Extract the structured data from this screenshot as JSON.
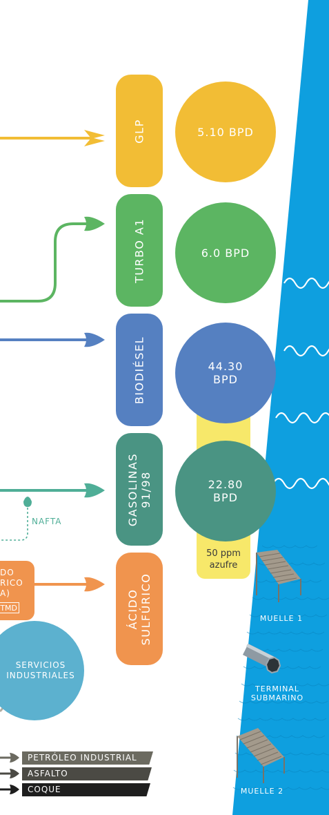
{
  "products": [
    {
      "name": "GLP",
      "value": "5.10 BPD",
      "color": "#f2bd35"
    },
    {
      "name": "TURBO A1",
      "value": "6.0 BPD",
      "color": "#5cb562"
    },
    {
      "name": "BIODIÉSEL",
      "value": "44.30\nBPD",
      "color": "#5580c1"
    },
    {
      "name": "GASOLINAS\n91/98",
      "value": "22.80\nBPD",
      "color": "#4a9483"
    },
    {
      "name": "ÁCIDO\nSULFÚRICO",
      "color": "#f0944e"
    }
  ],
  "sulfur_note": "50 ppm\nazufre",
  "nafta_label": "NAFTA",
  "acid_plant": {
    "text": "DO\nRICO\nA)",
    "badge": "TMD"
  },
  "services": "SERVICIOS\nINDUSTRIALES",
  "terminals": [
    "MUELLE 1",
    "TERMINAL\nSUBMARINO",
    "MUELLE 2"
  ],
  "legend": [
    {
      "label": "PETRÓLEO INDUSTRIAL",
      "color": "#6b6a60"
    },
    {
      "label": "ASFALTO",
      "color": "#4b4a44"
    },
    {
      "label": "COQUE",
      "color": "#1e1e1e"
    }
  ],
  "colors": {
    "sea": "#0e9fdf",
    "sulfur_band": "#f7e86a",
    "services": "#5cb1cf"
  }
}
